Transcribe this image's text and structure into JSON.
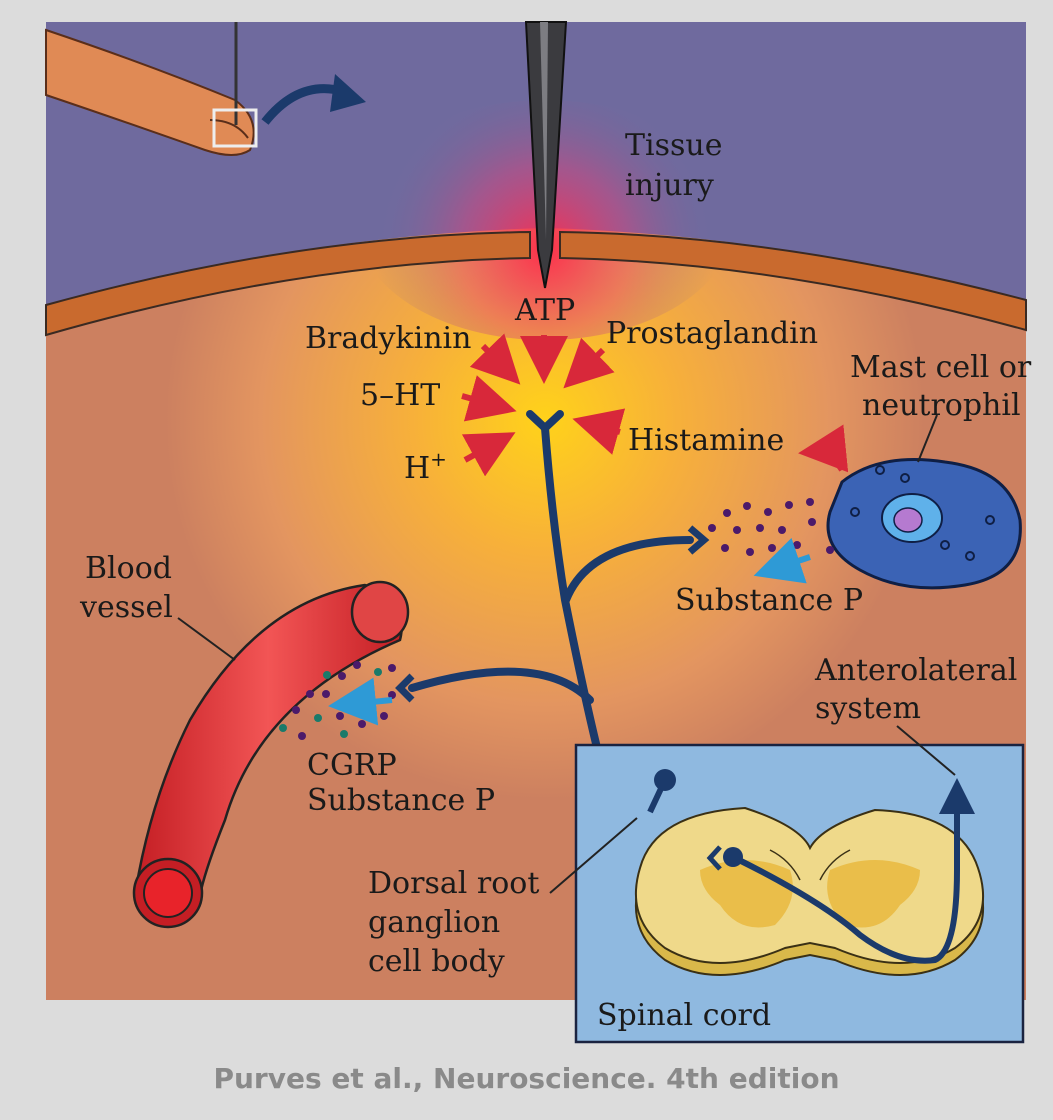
{
  "labels": {
    "tissue_injury_1": "Tissue",
    "tissue_injury_2": "injury",
    "atp": "ATP",
    "bradykinin": "Bradykinin",
    "prostaglandin": "Prostaglandin",
    "ht5": "5–HT",
    "histamine": "Histamine",
    "h_plus": "H",
    "h_plus_sup": "+",
    "mast_1": "Mast cell or",
    "mast_2": "neutrophil",
    "substance_p_right": "Substance P",
    "blood_1": "Blood",
    "blood_2": "vessel",
    "cgrp": "CGRP",
    "substance_p_left": "Substance P",
    "antero_1": "Anterolateral",
    "antero_2": "system",
    "drg_1": "Dorsal root",
    "drg_2": "ganglion",
    "drg_3": "cell body",
    "spinal_cord": "Spinal cord"
  },
  "caption": "Purves et al., Neuroscience. 4th edition",
  "colors": {
    "skin_top": "#6f6a9e",
    "tissue": "#d98a55",
    "glow": "#ffc21a",
    "nerve": "#1b3a6b",
    "arrow_red": "#d8283a",
    "arrow_blue": "#2e9ad6",
    "vessel": "#e23b3b",
    "inset": "#8fb9e0",
    "cord": "#efd98a"
  }
}
